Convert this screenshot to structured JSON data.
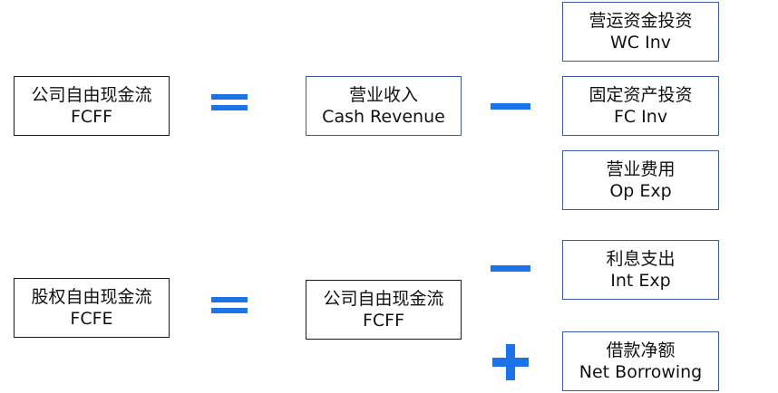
{
  "fcff_equation": {
    "lhs": {
      "line1": "公司自由现金流",
      "line2": "FCFF"
    },
    "operator_equals": "equals",
    "term1": {
      "line1": "营业收入",
      "line2": "Cash Revenue"
    },
    "operator_minus": "minus",
    "deductions": [
      {
        "line1": "营运资金投资",
        "line2": "WC Inv"
      },
      {
        "line1": "固定资产投资",
        "line2": "FC Inv"
      },
      {
        "line1": "营业费用",
        "line2": "Op Exp"
      }
    ]
  },
  "fcfe_equation": {
    "lhs": {
      "line1": "股权自由现金流",
      "line2": "FCFE"
    },
    "operator_equals": "equals",
    "term1": {
      "line1": "公司自由现金流",
      "line2": "FCFF"
    },
    "operator_minus": "minus",
    "deduction": {
      "line1": "利息支出",
      "line2": "Int Exp"
    },
    "operator_plus": "plus",
    "addition": {
      "line1": "借款净额",
      "line2": "Net Borrowing"
    }
  },
  "colors": {
    "operator": "#1a73e8",
    "box_border_dark": "#1a1a1a",
    "box_border_blue": "#3b5ba9"
  }
}
